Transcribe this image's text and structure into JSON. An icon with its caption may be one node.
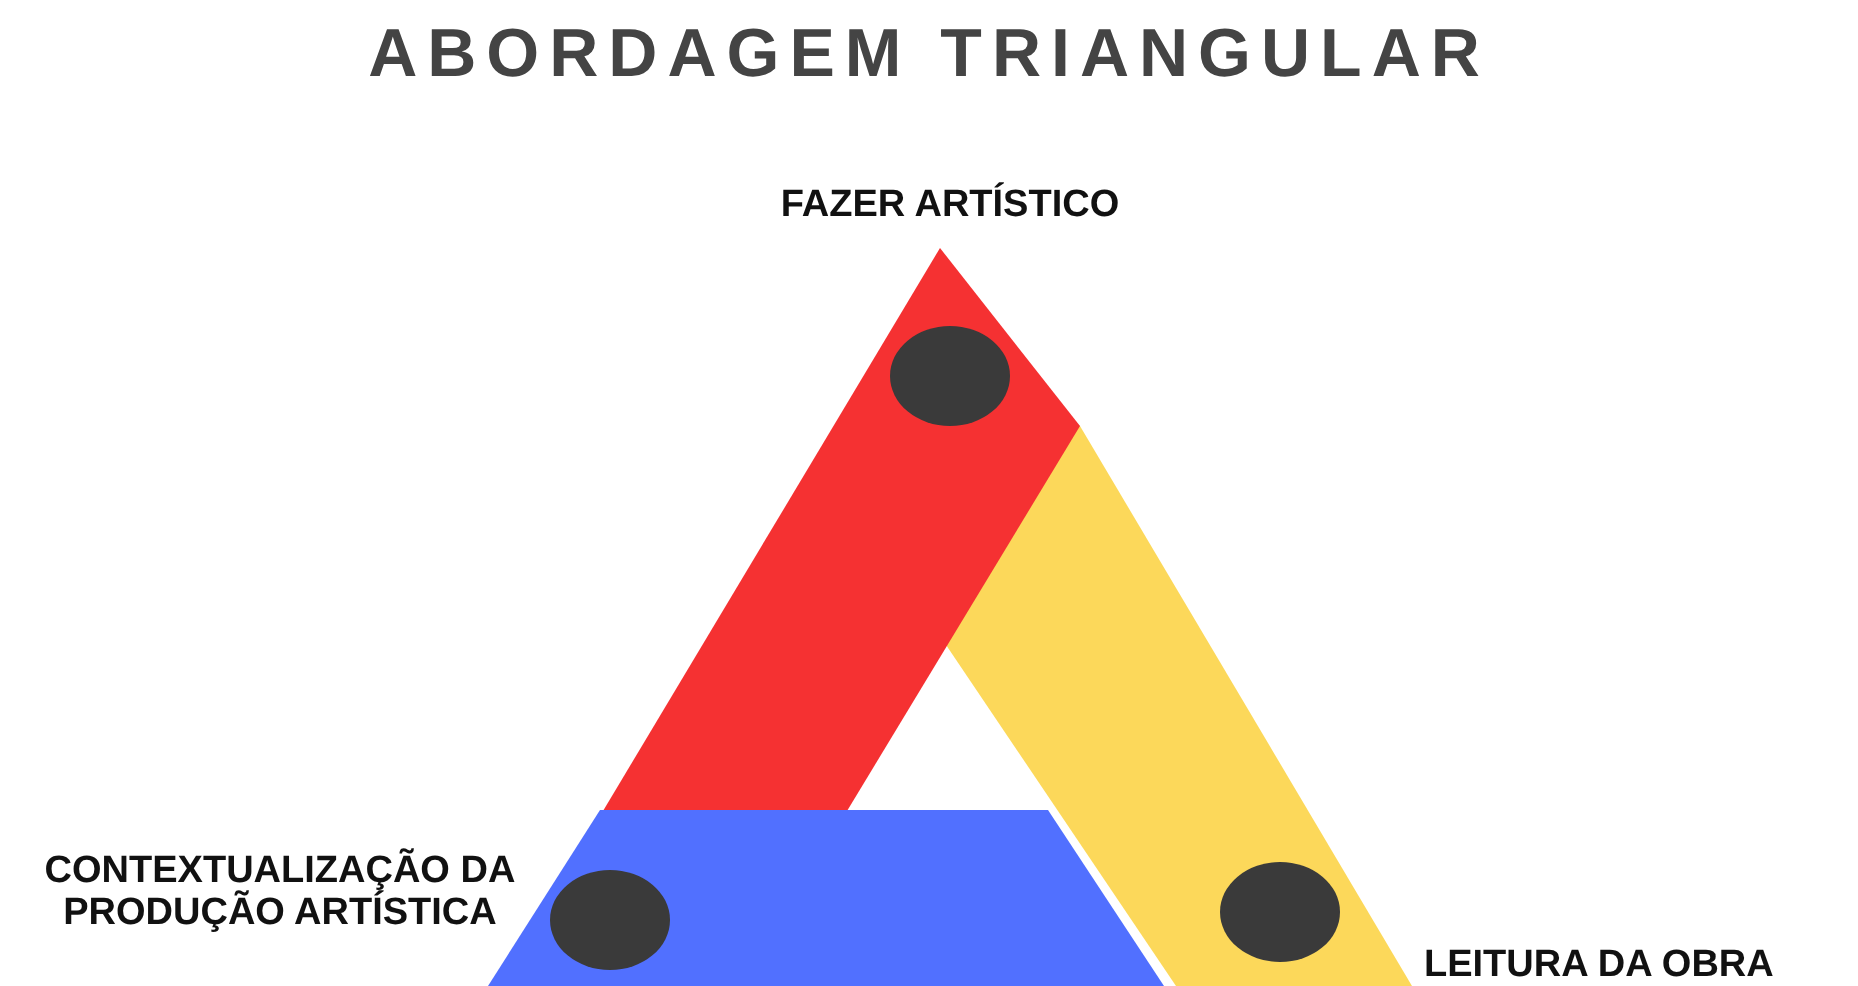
{
  "diagram": {
    "title": "ABORDAGEM TRIANGULAR",
    "labels": [
      "FAZER ARTÍSTICO",
      "CONTEXTUALIZAÇÃO DA PRODUÇÃO ARTÍSTICA",
      "LEITURA DA OBRA"
    ]
  }
}
